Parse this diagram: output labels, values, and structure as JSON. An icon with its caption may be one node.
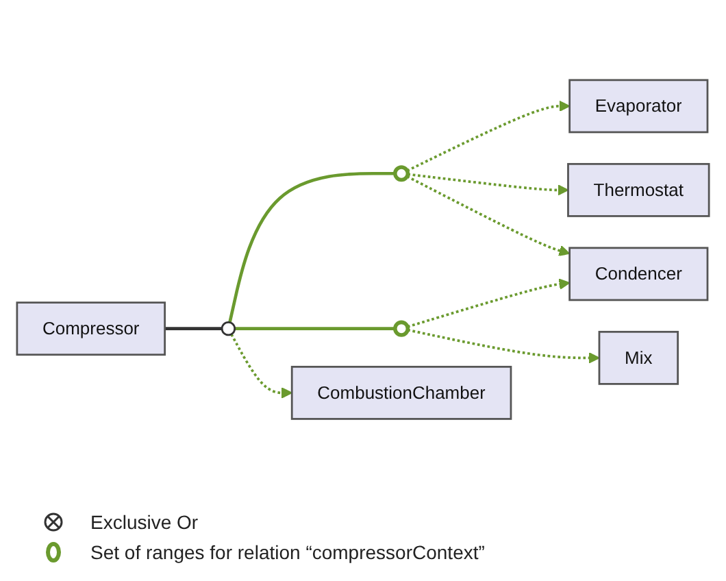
{
  "diagram": {
    "nodes": [
      {
        "text": [
          "Evaporator"
        ]
      },
      {
        "text": [
          "Compressor"
        ]
      },
      {
        "text": [],
        "shape": "circle"
      },
      {
        "text": [],
        "shape": "circle"
      },
      {
        "text": [
          "Thermostat"
        ]
      },
      {
        "text": [],
        "shape": "circle"
      },
      {
        "text": [
          "Condencer"
        ]
      },
      {
        "text": [
          "CombustionChamber"
        ]
      },
      {
        "text": [
          "Mix"
        ]
      }
    ],
    "edges": [
      {
        "from": 1,
        "to": 2,
        "arrow": "none",
        "color": "#333333"
      },
      {
        "from": 2,
        "to": 3,
        "arrow": "none"
      },
      {
        "from": 2,
        "to": 5,
        "arrow": "none"
      },
      {
        "from": 2,
        "to": 7,
        "arrow": "to",
        "style": "dashed"
      },
      {
        "from": 3,
        "to": 0,
        "arrow": "to",
        "style": "dashed"
      },
      {
        "from": 3,
        "to": 4,
        "arrow": "to",
        "style": "dashed"
      },
      {
        "from": 3,
        "to": 6,
        "arrow": "to",
        "style": "dashed"
      },
      {
        "from": 5,
        "to": 6,
        "arrow": "to",
        "style": "dashed"
      },
      {
        "from": 5,
        "to": 8,
        "arrow": "to",
        "style": "dashed"
      }
    ],
    "legend": [
      {
        "text": "Exclusive Or"
      },
      {
        "text": "Set of ranges for relation “compressorContext”"
      }
    ]
  }
}
